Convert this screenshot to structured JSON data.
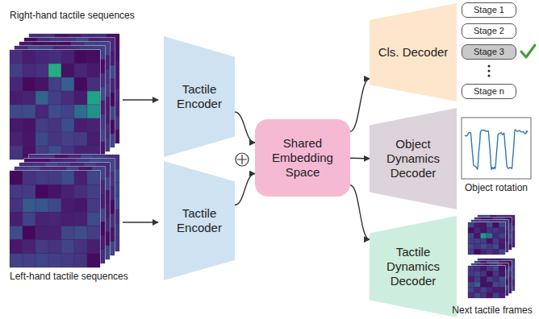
{
  "diagram": {
    "nodes": [
      {
        "text": [
          "Tactile Encoder"
        ]
      },
      {
        "text": [
          "Tactile Encoder"
        ]
      },
      {
        "text": [
          "Shared Embedding Space"
        ]
      },
      {
        "text": [
          "Cls. Decoder"
        ]
      },
      {
        "text": [
          "Stage 1"
        ]
      },
      {
        "text": [
          "Stage 2"
        ]
      },
      {
        "text": [
          "Stage 3"
        ]
      },
      {
        "text": [
          "Stage n"
        ]
      },
      {
        "text": [
          "Object Dynamics Decoder"
        ]
      },
      {
        "text": [
          "Tactile Dynamics Decoder"
        ]
      }
    ],
    "edges": [
      {
        "from": 0,
        "to": 2,
        "arrow": "to"
      },
      {
        "from": 1,
        "to": 2,
        "arrow": "to"
      },
      {
        "from": 2,
        "to": 3,
        "arrow": "to"
      },
      {
        "from": 2,
        "to": 8,
        "arrow": "to"
      },
      {
        "from": 2,
        "to": 9,
        "arrow": "to"
      }
    ],
    "labels": [
      "Right-hand tactile sequences",
      "Left-hand tactile sequences",
      "Object rotation",
      "Next tactile frames"
    ]
  }
}
